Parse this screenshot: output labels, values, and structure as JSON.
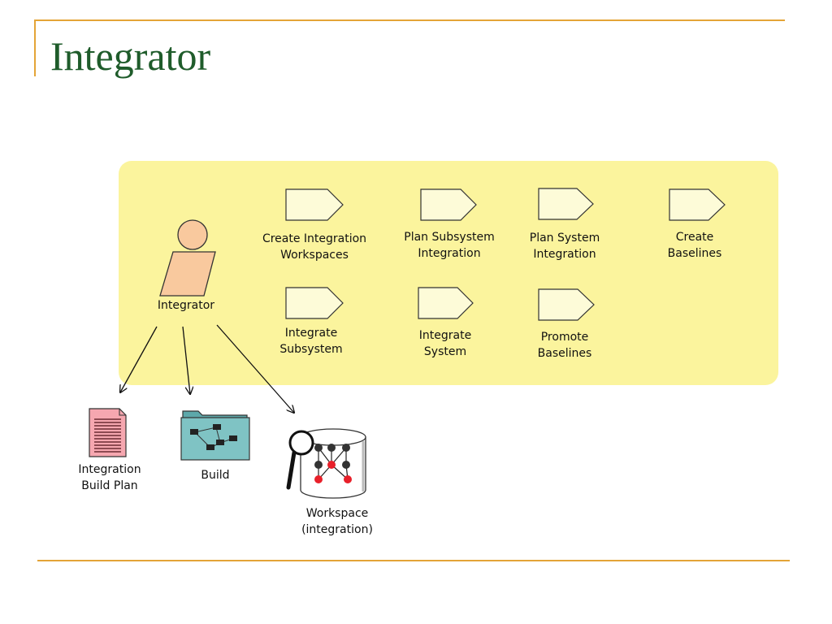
{
  "slide": {
    "title": "Integrator"
  },
  "role": {
    "label": "Integrator"
  },
  "activities": [
    {
      "label": "Create Integration\nWorkspaces"
    },
    {
      "label": "Plan Subsystem\nIntegration"
    },
    {
      "label": "Plan System\nIntegration"
    },
    {
      "label": "Create\nBaselines"
    },
    {
      "label": "Integrate\nSubsystem"
    },
    {
      "label": "Integrate\nSystem"
    },
    {
      "label": "Promote\nBaselines"
    }
  ],
  "artifacts": [
    {
      "label": "Integration\nBuild Plan"
    },
    {
      "label": "Build"
    },
    {
      "label": "Workspace\n(integration)"
    }
  ],
  "colors": {
    "accent_rule": "#e4a437",
    "title": "#1f5c2b",
    "panel": "#fbf49d",
    "activity_fill": "#fdfbd8",
    "role_fill": "#f9c99e",
    "document_fill": "#f6a7b0",
    "folder_fill": "#7fc3c4"
  }
}
